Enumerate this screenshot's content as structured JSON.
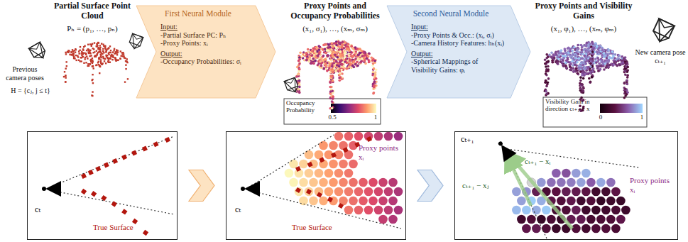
{
  "diagram": {
    "nodes": [
      {
        "text": [
          "First Neural Module",
          "Input:",
          "-Partial Surface PC: Pₕ",
          "-Proxy Points: xᵢ",
          "Output:",
          "-Occupancy Probabilities: σᵢ"
        ]
      },
      {
        "text": [
          "Second Neural Module",
          "Input:",
          "-Proxy Points & Occ.: (xᵢ, σᵢ)",
          "-Camera History Features: hₕ(xᵢ)",
          "Output:",
          "-Spherical Mappings of Visibility Gains: φᵢ"
        ]
      },
      {
        "text": [
          "cₜ",
          "True Surface"
        ]
      },
      {
        "text": [
          "cₜ",
          "True Surface",
          "Proxy points xᵢ"
        ]
      },
      {
        "text": [
          "cₜ₊₁",
          "cₜ₊₁ − xᵢ",
          "cₜ₊₁ − xⱼ",
          "Proxy points xᵢ"
        ]
      }
    ],
    "edges": [
      {
        "from": 2,
        "to": 3,
        "arrow": "to"
      },
      {
        "from": 3,
        "to": 4,
        "arrow": "to"
      }
    ],
    "labels": [
      "Partial Surface Point Cloud",
      "Pₕ = (p₁, …, pₙ)",
      "Previous camera poses",
      "H = {cⱼ, j ≤ t}",
      "Proxy Points and Occupancy Probabilities",
      "(x₁, σ₁), …, (xₘ, σₘ)",
      "0.5",
      "1",
      "Proxy Points and Visibility Gains",
      "(x₁, φ₁), …, (xₘ, φₘ)",
      "New camera pose cₜ₊₁",
      "0",
      "1"
    ],
    "legend": [
      {
        "text": "Occupancy Probability"
      },
      {
        "text": "Visibility Gain in direction cₜ₊₁ − x"
      }
    ]
  }
}
